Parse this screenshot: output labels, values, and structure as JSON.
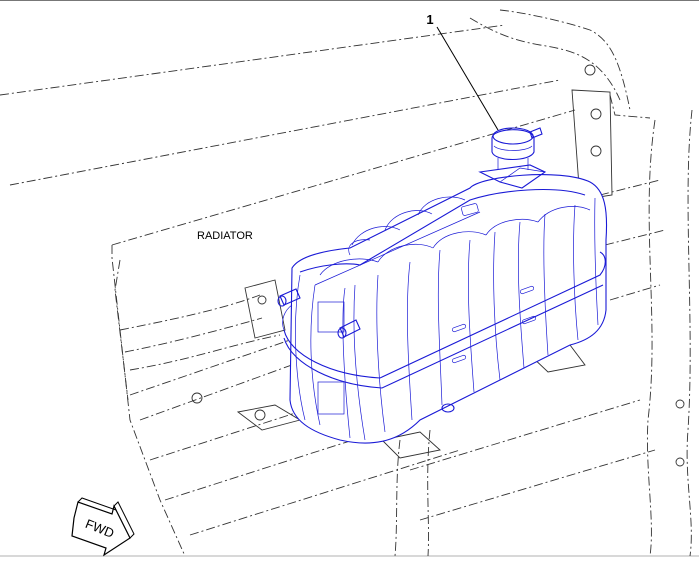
{
  "diagram": {
    "labels": {
      "radiator": "RADIATOR",
      "callout_1": "1",
      "direction_arrow": "FWD"
    },
    "colors": {
      "part_highlight": "#1a1ad6",
      "background_lines": "#333333",
      "background": "#ffffff"
    },
    "icons": {
      "direction_arrow": "forward-arrow-icon"
    }
  }
}
